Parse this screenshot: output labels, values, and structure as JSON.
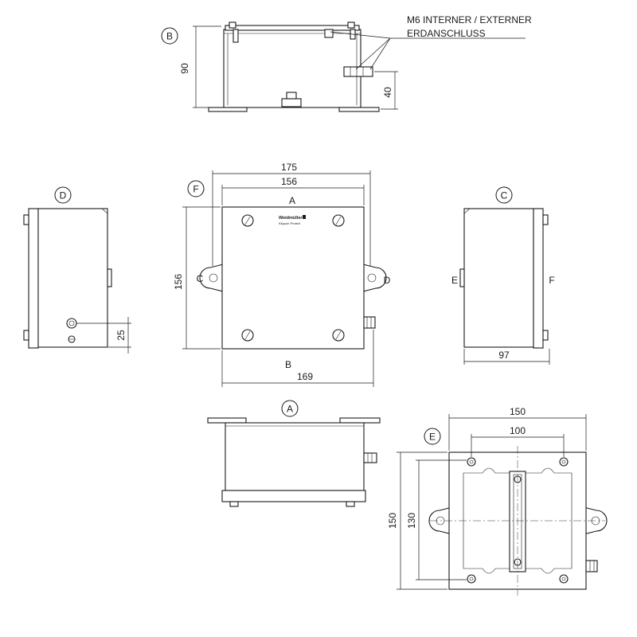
{
  "views": {
    "A": "A",
    "B": "B",
    "C": "C",
    "D": "D",
    "E": "E",
    "F": "F"
  },
  "annotation": {
    "line1": "M6 INTERNER / EXTERNER",
    "line2": "ERDANSCHLUSS"
  },
  "face_labels": {
    "top_a": "A",
    "bottom_b": "B",
    "left_c": "C",
    "right_d": "D",
    "c_view_e": "E",
    "c_view_f": "F"
  },
  "nameplate": {
    "brand": "Weidmüller",
    "sub": "Klippon Protect"
  },
  "dimensions": {
    "b_height": "90",
    "b_ground": "40",
    "f_width_outer": "175",
    "f_width_inner": "156",
    "f_height": "156",
    "f_bottom": "169",
    "d_offset": "25",
    "c_depth": "97",
    "e_width_outer": "150",
    "e_width_inner": "100",
    "e_height_outer": "150",
    "e_height_inner": "130"
  }
}
